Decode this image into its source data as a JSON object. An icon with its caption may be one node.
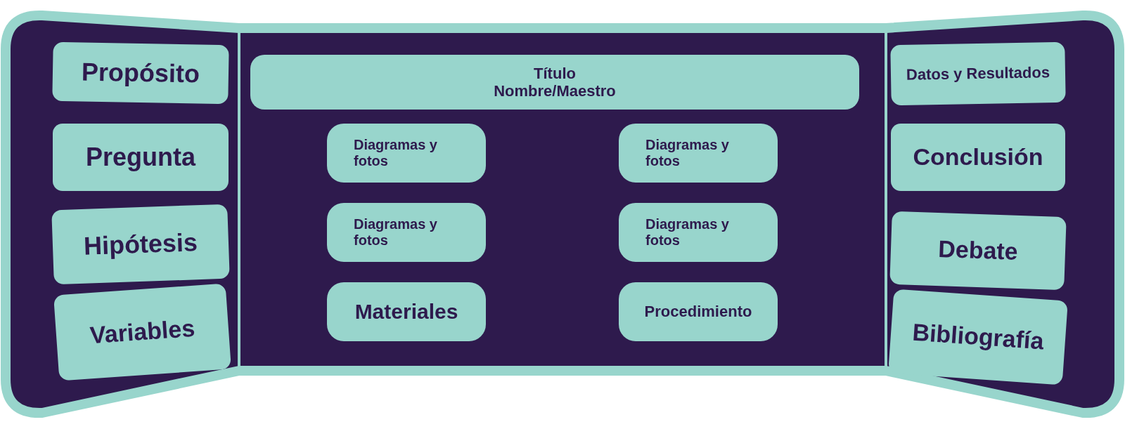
{
  "diagram": {
    "nodes": [
      {
        "text": [
          "Propósito"
        ]
      },
      {
        "text": [
          "Pregunta"
        ]
      },
      {
        "text": [
          "Hipótesis"
        ]
      },
      {
        "text": [
          "Variables"
        ]
      },
      {
        "text": [
          "Título",
          "Nombre/Maestro"
        ]
      },
      {
        "text": [
          "Diagramas y fotos"
        ]
      },
      {
        "text": [
          "Diagramas y fotos"
        ]
      },
      {
        "text": [
          "Diagramas y fotos"
        ]
      },
      {
        "text": [
          "Diagramas y fotos"
        ]
      },
      {
        "text": [
          "Materiales"
        ]
      },
      {
        "text": [
          "Procedimiento"
        ]
      },
      {
        "text": [
          "Datos y Resultados"
        ]
      },
      {
        "text": [
          "Conclusión"
        ]
      },
      {
        "text": [
          "Debate"
        ]
      },
      {
        "text": [
          "Bibliografía"
        ]
      }
    ]
  }
}
